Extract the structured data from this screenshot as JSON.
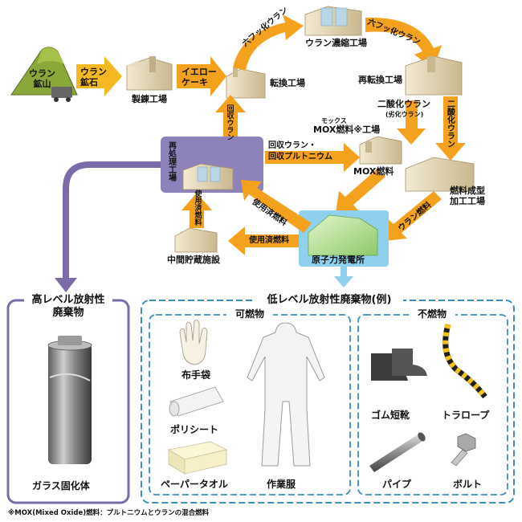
{
  "nodes": {
    "mine": "ウラン\n鉱山",
    "smelter": "製錬工場",
    "conversion": "転換工場",
    "enrichment": "ウラン濃縮工場",
    "reconversion": "再転換工場",
    "mox_furigana": "モックス",
    "mox_factory": "MOX燃料※工場",
    "fabrication": "燃料成型\n加工工場",
    "reprocessing": "再処理工場",
    "interim_storage": "中間貯蔵施設",
    "power_plant": "原子力発電所"
  },
  "arrows": {
    "uranium_ore": "ウラン\n鉱石",
    "yellowcake": "イエロー\nケーキ",
    "uf6_a": "六フッ化ウラン",
    "uf6_b": "六フッ化ウラン",
    "uo2": "二酸化ウラン",
    "depleted_uo2": "二酸化ウラン",
    "depleted_note": "(劣化ウラン)",
    "recovered_uranium_up": "回収ウラン",
    "recovered_u_pu_1": "回収ウラン・",
    "recovered_u_pu_2": "回収プルトニウム",
    "mox_fuel": "MOX燃料",
    "uranium_fuel": "ウラン燃料",
    "spent_fuel_a": "使用済燃料",
    "spent_fuel_b": "使用済燃料",
    "spent_fuel_c": "使用済燃料"
  },
  "hlw": {
    "title": "高レベル放射性\n廃棄物",
    "item": "ガラス固化体"
  },
  "llw": {
    "title": "低レベル放射性廃棄物(例)",
    "combustible": {
      "title": "可燃物",
      "items": [
        "布手袋",
        "ポリシート",
        "ペーパータオル",
        "作業服"
      ]
    },
    "noncombustible": {
      "title": "不燃物",
      "items": [
        "ゴム短靴",
        "トラロープ",
        "パイプ",
        "ボルト"
      ]
    }
  },
  "footnote": "※MOX(Mixed Oxide)燃料：プルトニウムとウランの混合燃料",
  "colors": {
    "arrow": "#f4a21d",
    "arrow_dark": "#e8861a",
    "ore_arrow": "#f4b820",
    "reprocessing_box": "#8e82bb",
    "hlw_line": "#7b6ba9",
    "llw_line": "#3a8fc1",
    "power_plant_box": "#8fd0ec",
    "mine": "#7a9a2a"
  }
}
